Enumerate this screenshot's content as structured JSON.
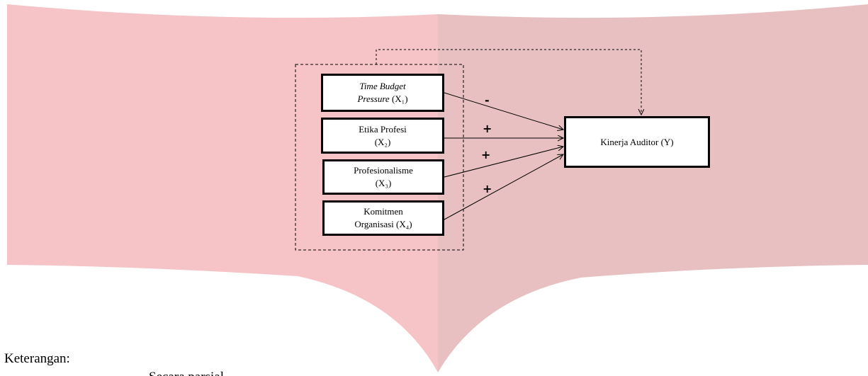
{
  "diagram": {
    "independent_variables": [
      {
        "name_italic": "Time Budget",
        "name_line2_italic": "Pressure",
        "name_line2_rest": " (X₁)",
        "sign": "-"
      },
      {
        "name_line1": "Etika Profesi",
        "name_line2": "(X₂)",
        "sign": "+"
      },
      {
        "name_line1": "Profesionalisme",
        "name_line2": "(X₃)",
        "sign": "+"
      },
      {
        "name_line1": "Komitmen",
        "name_line2": "Organisasi (X₄)",
        "sign": "+"
      }
    ],
    "dependent_variable": "Kinerja Auditor (Y)"
  },
  "legend": {
    "title": "Keterangan:",
    "partial_line": "Secara parsial"
  },
  "colors": {
    "watermark_left": "#f6c4c6",
    "watermark_right": "#e8c0c1",
    "line": "#000000"
  }
}
